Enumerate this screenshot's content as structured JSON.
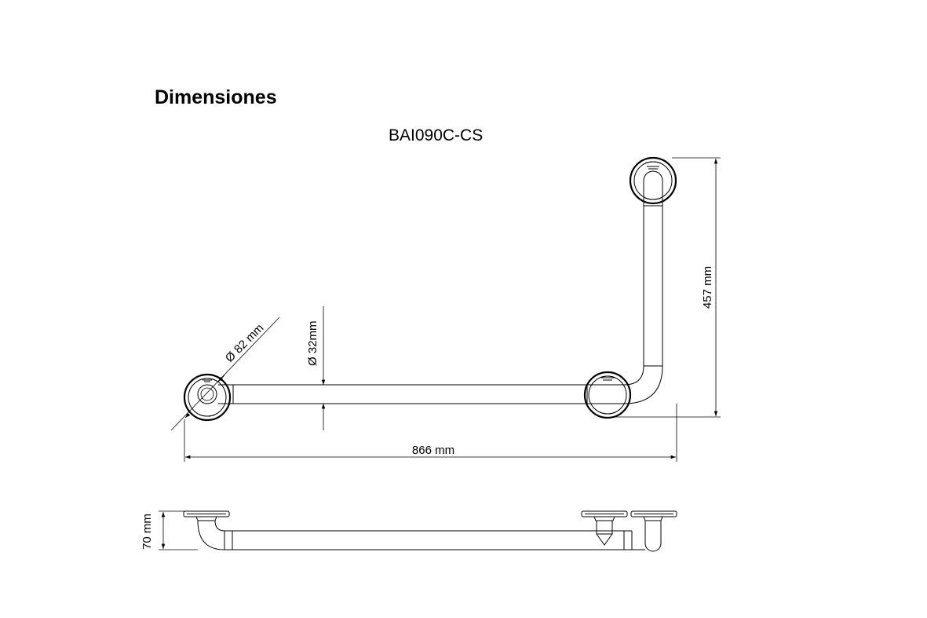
{
  "heading": "Dimensiones",
  "model_code": "BAI090C-CS",
  "dimensions": {
    "diameter_flange": "Ø 82 mm",
    "diameter_tube": "Ø 32mm",
    "length": "866 mm",
    "height": "457 mm",
    "depth": "70 mm"
  }
}
